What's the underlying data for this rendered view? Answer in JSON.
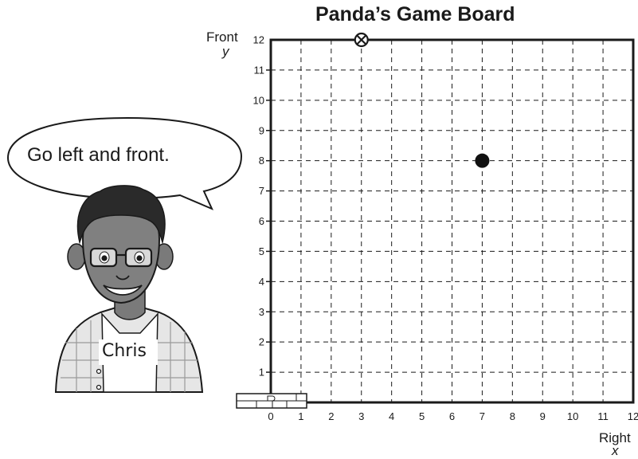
{
  "board": {
    "title": "Panda’s Game Board",
    "x_axis": {
      "word": "Right",
      "variable": "x",
      "min": 0,
      "max": 12,
      "ticks": [
        "0",
        "1",
        "2",
        "3",
        "4",
        "5",
        "6",
        "7",
        "8",
        "9",
        "10",
        "11",
        "12"
      ]
    },
    "y_axis": {
      "word": "Front",
      "variable": "y",
      "min": 0,
      "max": 12,
      "ticks": [
        "1",
        "2",
        "3",
        "4",
        "5",
        "6",
        "7",
        "8",
        "9",
        "10",
        "11",
        "12"
      ]
    },
    "grid": "dashed",
    "marked_point": {
      "x": 3,
      "y": 12,
      "symbol": "circled-x"
    },
    "filled_point": {
      "x": 7,
      "y": 8,
      "symbol": "filled-dot"
    }
  },
  "speech_bubble": {
    "text": "Go left and front."
  },
  "character": {
    "name": "Chris"
  },
  "colors": {
    "ink": "#1a1a1a",
    "paper": "#ffffff",
    "shirt": "#e8e8e8",
    "skin": "#7a7a7a"
  }
}
